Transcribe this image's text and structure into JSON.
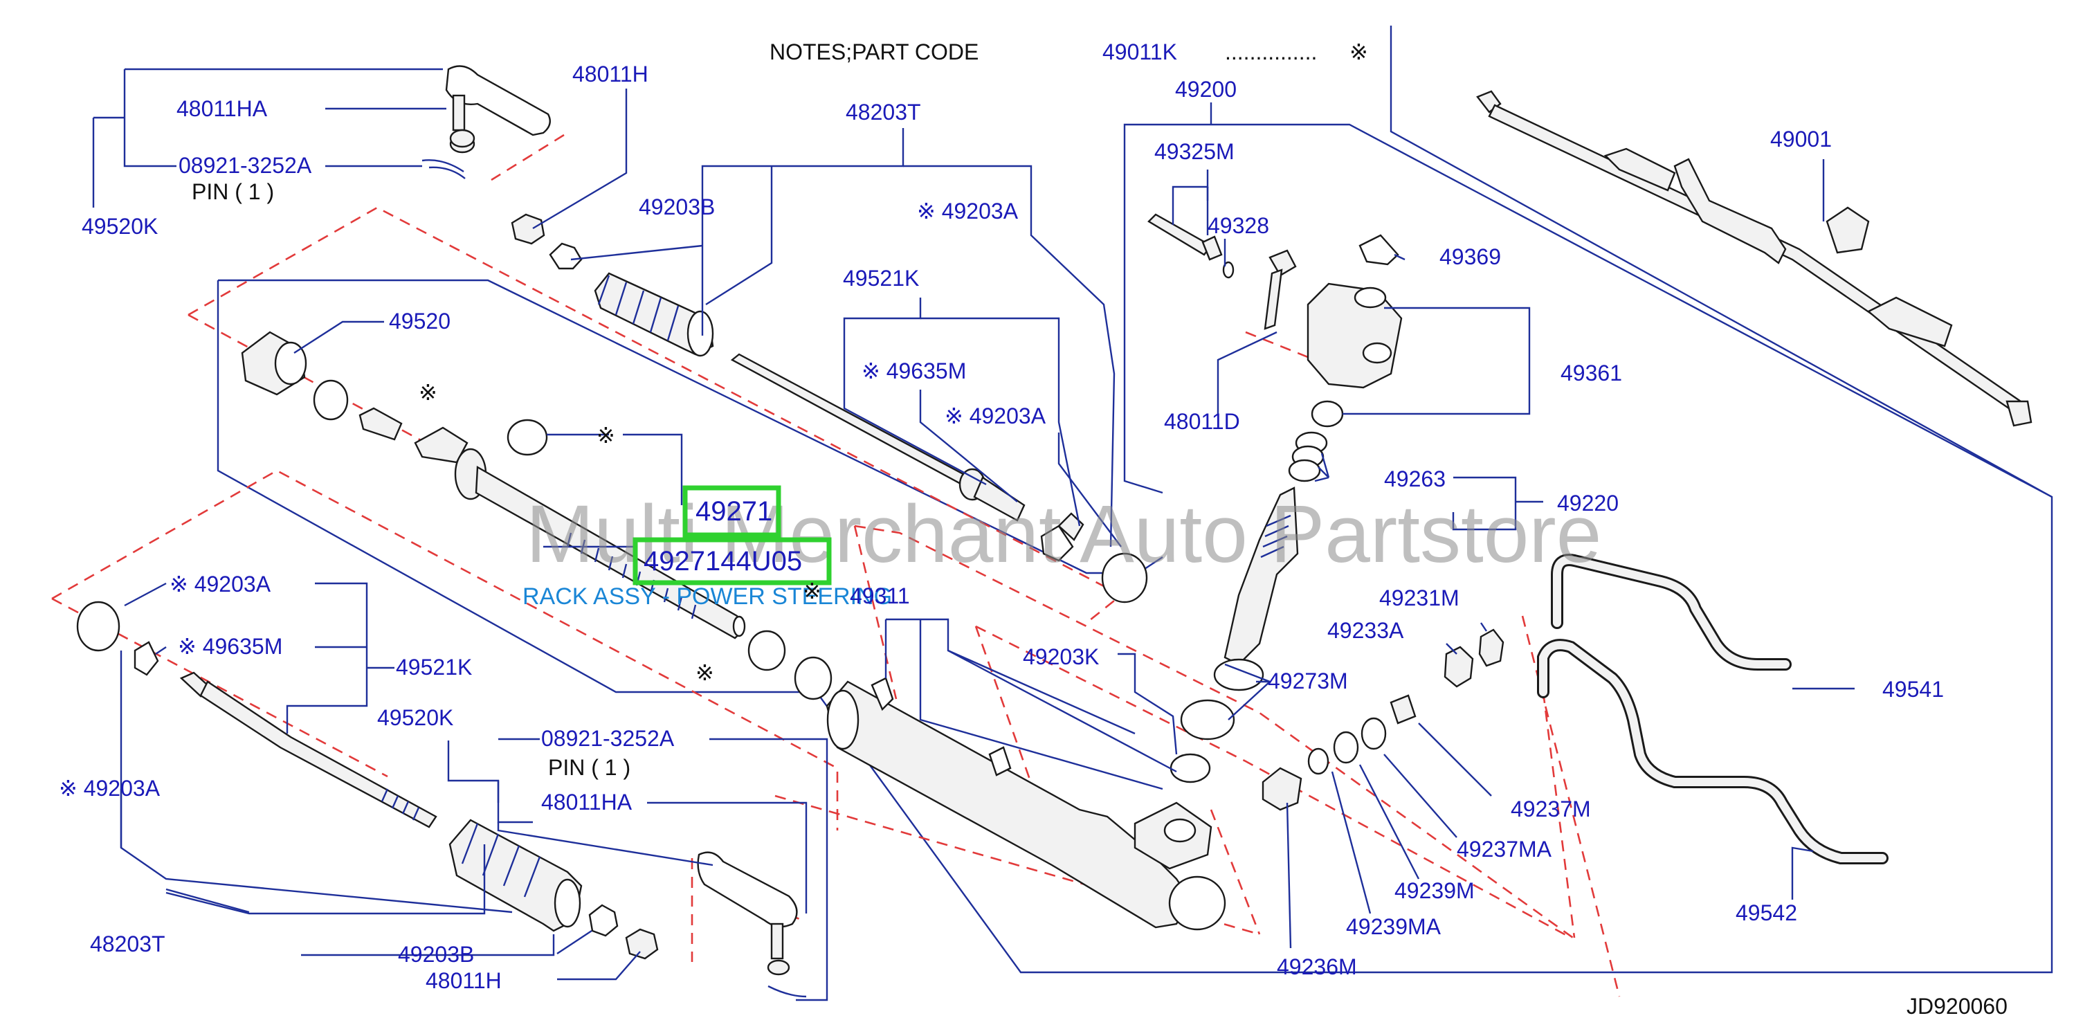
{
  "notes": {
    "title": "NOTES;PART   CODE",
    "code": "49011K",
    "dots": "...............",
    "mark": "※"
  },
  "watermark": "Multi Merchant Auto Partstore",
  "diagram_code": "JD920060",
  "highlight": {
    "part": "49271",
    "part_number": "4927144U05",
    "description": "RACK ASSY - POWER STEERING"
  },
  "colors": {
    "label": "#1a1ab8",
    "leader": "#1e2f9a",
    "dashed": "#e23a3a",
    "highlight": "#2fd12f",
    "description": "#1a86d6"
  },
  "labels": {
    "p48011H_top": "48011H",
    "p48011HA_top": "48011HA",
    "p08921_top": "08921-3252A",
    "pin_top": "PIN  ( 1 )",
    "p49520K_top": "49520K",
    "p48203T_top": "48203T",
    "p49203B_top": "49203B",
    "p49203A_top": "※ 49203A",
    "p49520": "49520",
    "mark_49520": "※",
    "p49521K_top": "49521K",
    "p49635M_top": "※ 49635M",
    "p49203A_mid": "※ 49203A",
    "mark_49271": "※",
    "p49203A_left": "※ 49203A",
    "p49635M_left": "※ 49635M",
    "p49521K_left": "49521K",
    "p49203A_far": "※  49203A",
    "p49520K_bot": "49520K",
    "p08921_bot": "08921-3252A",
    "pin_bot": "PIN  ( 1 )",
    "p48011HA_bot": "48011HA",
    "p48203T_bot": "48203T",
    "p49203B_bot": "49203B",
    "p48011H_bot": "48011H",
    "mark_center1": "※",
    "mark_center2": "※",
    "p49311": "49311",
    "p49203K": "49203K",
    "p49200": "49200",
    "p49325M": "49325M",
    "p49328": "49328",
    "p49369": "49369",
    "p49361": "49361",
    "p48011D": "48011D",
    "p49263": "49263",
    "p49220": "49220",
    "p49231M": "49231M",
    "p49233A": "49233A",
    "p49273M": "49273M",
    "p49237M": "49237M",
    "p49237MA": "49237MA",
    "p49239M": "49239M",
    "p49239MA": "49239MA",
    "p49236M": "49236M",
    "p49541": "49541",
    "p49542": "49542",
    "p49001": "49001"
  }
}
